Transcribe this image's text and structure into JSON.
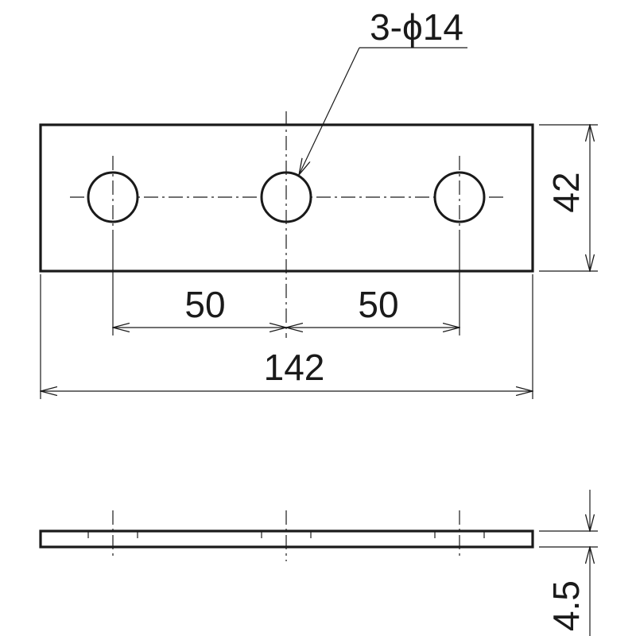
{
  "drawing": {
    "callout_hole_label": "3-ϕ14",
    "dim_height": "42",
    "dim_spacing_left": "50",
    "dim_spacing_right": "50",
    "dim_overall_length": "142",
    "dim_thickness": "4.5"
  },
  "colors": {
    "line": "#1a1a1a",
    "background": "#ffffff"
  }
}
